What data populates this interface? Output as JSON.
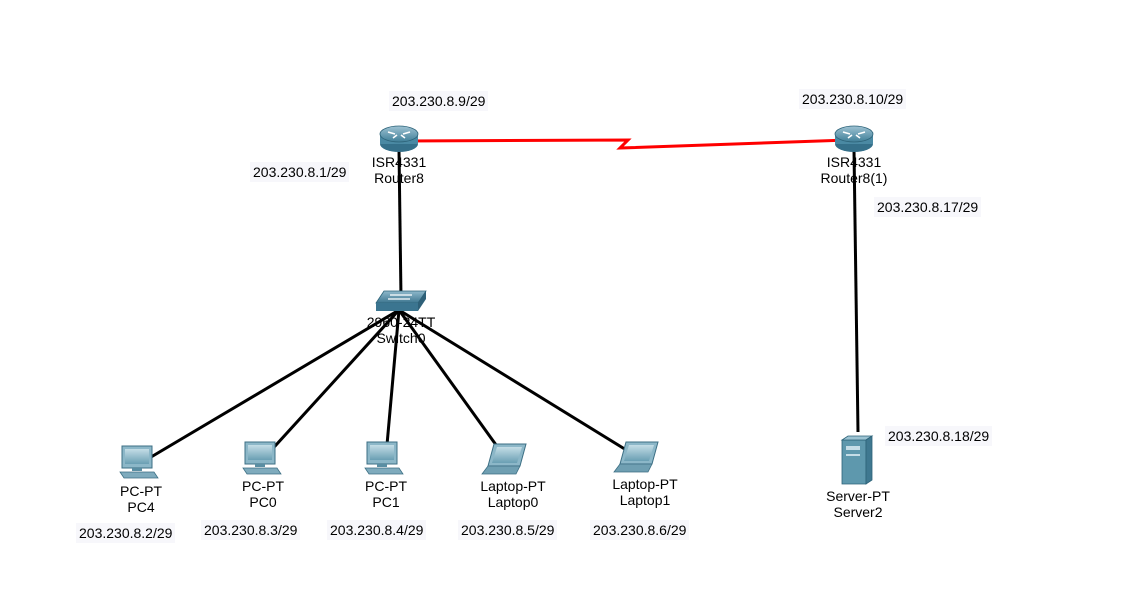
{
  "links": {
    "serial_color": "#ff0000",
    "ethernet_color": "#000000"
  },
  "devices": {
    "router8": {
      "model": "ISR4331",
      "name": "Router8",
      "ip_left": "203.230.8.1/29",
      "ip_top": "203.230.8.9/29",
      "icon": "router-icon"
    },
    "router8_1": {
      "model": "ISR4331",
      "name": "Router8(1)",
      "ip_top": "203.230.8.10/29",
      "ip_bottom": "203.230.8.17/29",
      "icon": "router-icon"
    },
    "switch0": {
      "model": "2960-24TT",
      "name": "Switch0",
      "icon": "switch-icon"
    },
    "pc4": {
      "model": "PC-PT",
      "name": "PC4",
      "ip": "203.230.8.2/29",
      "icon": "pc-icon"
    },
    "pc0": {
      "model": "PC-PT",
      "name": "PC0",
      "ip": "203.230.8.3/29",
      "icon": "pc-icon"
    },
    "pc1": {
      "model": "PC-PT",
      "name": "PC1",
      "ip": "203.230.8.4/29",
      "icon": "pc-icon"
    },
    "laptop0": {
      "model": "Laptop-PT",
      "name": "Laptop0",
      "ip": "203.230.8.5/29",
      "icon": "laptop-icon"
    },
    "laptop1": {
      "model": "Laptop-PT",
      "name": "Laptop1",
      "ip": "203.230.8.6/29",
      "icon": "laptop-icon"
    },
    "server2": {
      "model": "Server-PT",
      "name": "Server2",
      "ip": "203.230.8.18/29",
      "icon": "server-icon"
    }
  }
}
